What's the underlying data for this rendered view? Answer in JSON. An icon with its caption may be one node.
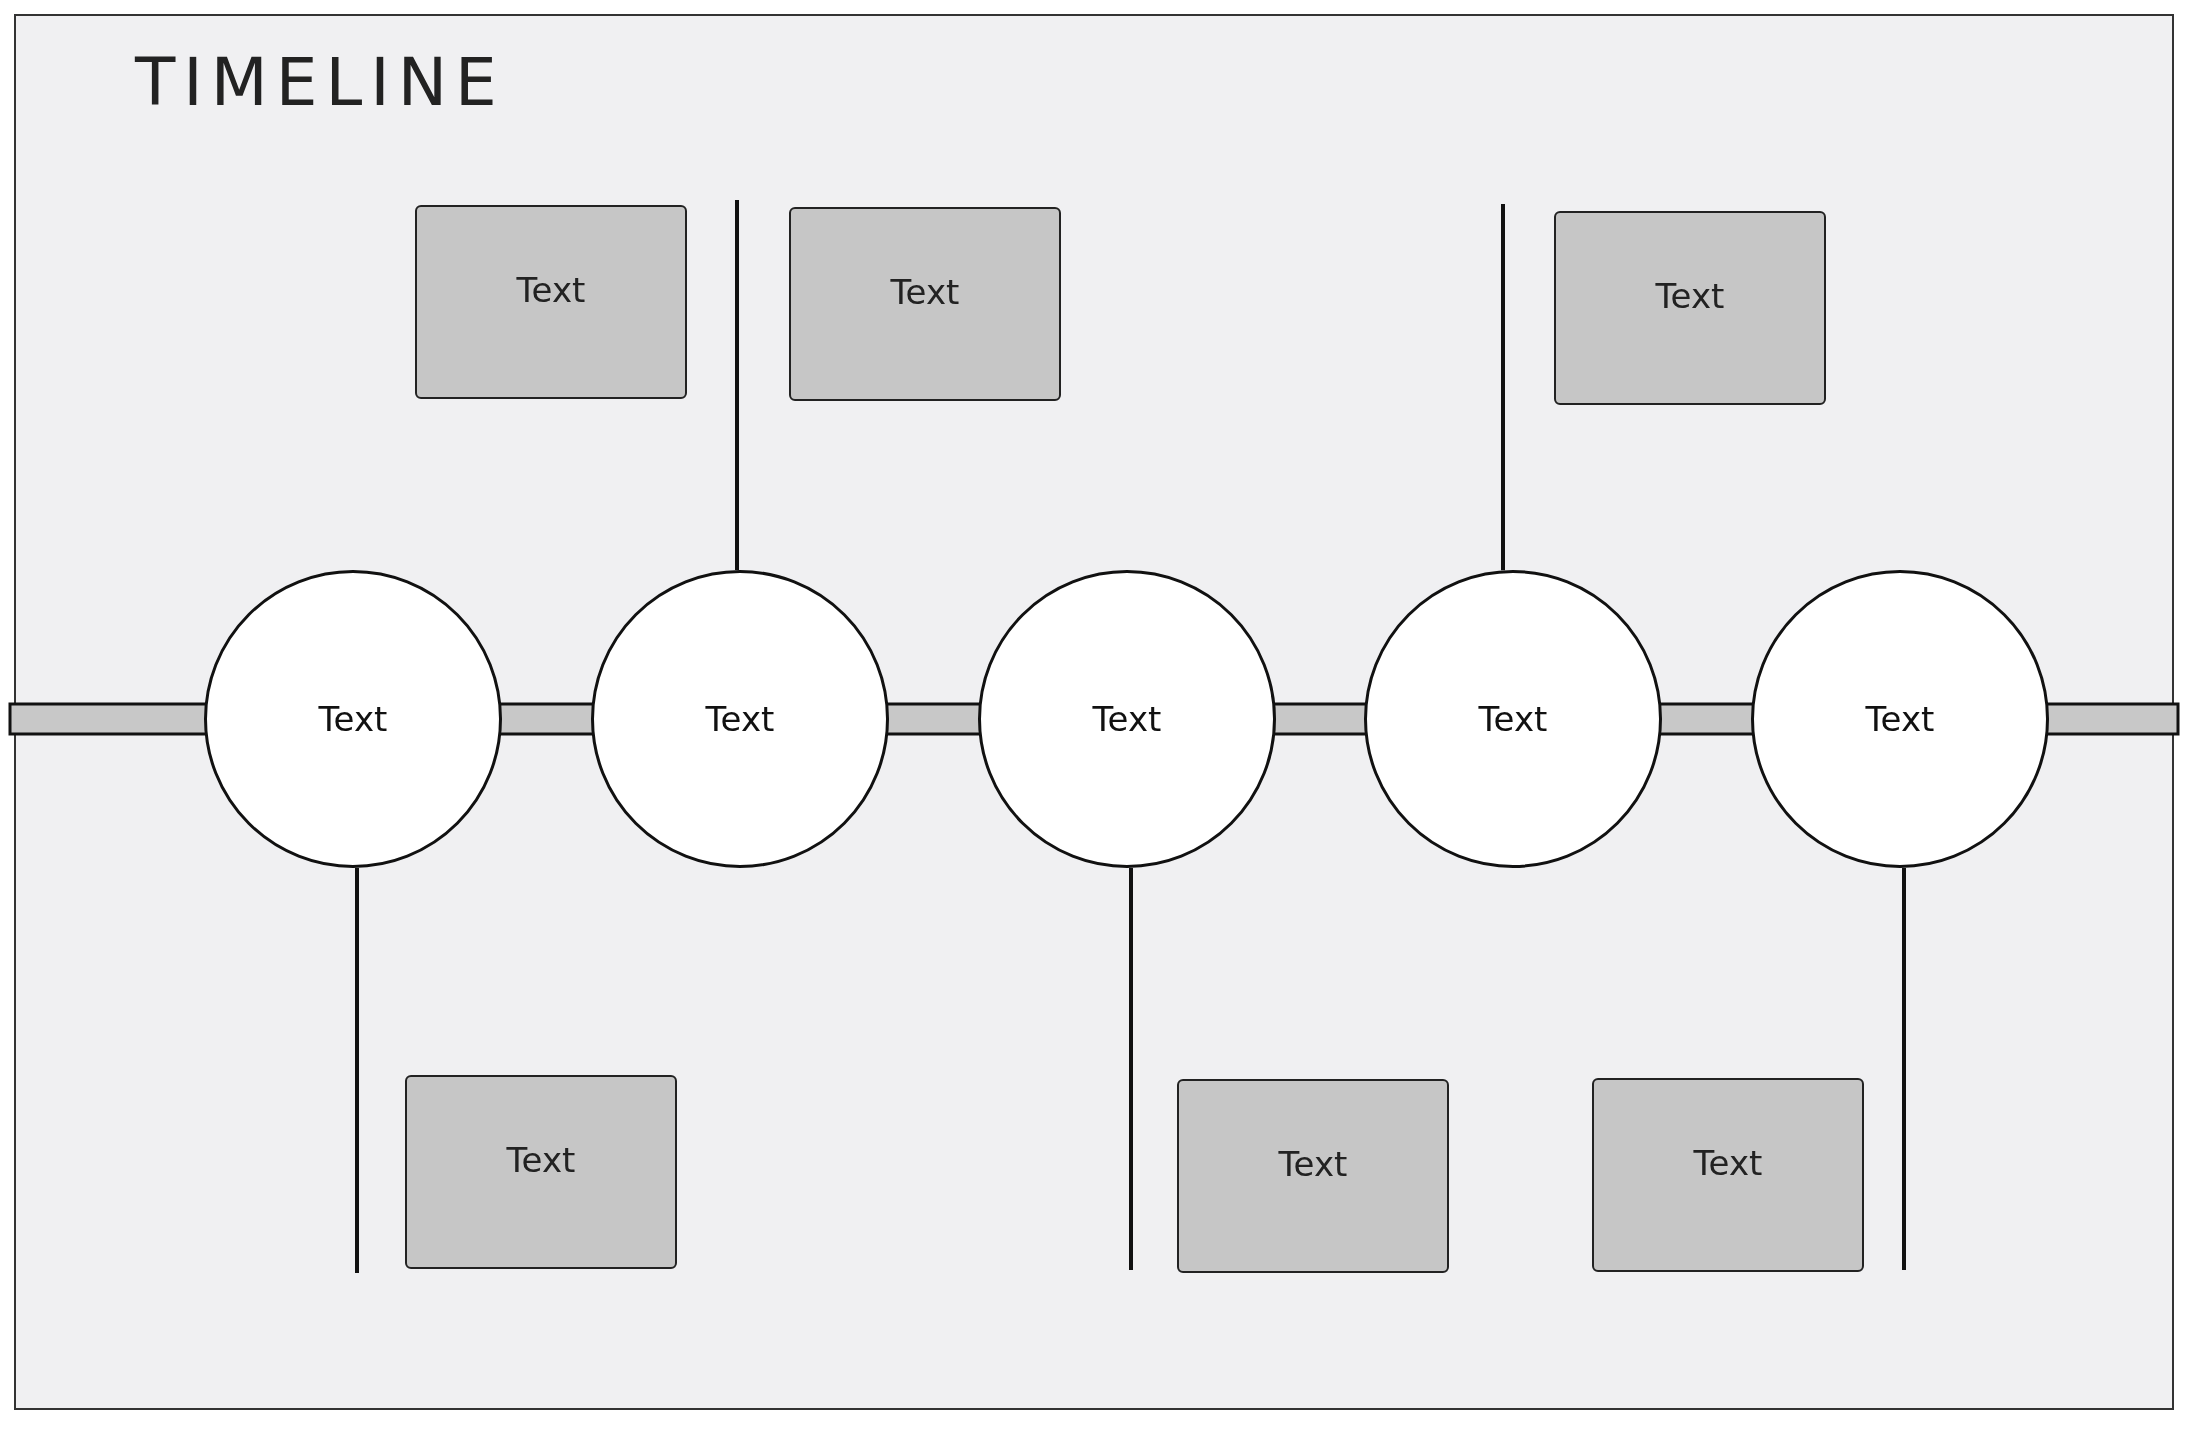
{
  "diagram": {
    "title": "TIMELINE",
    "nodes": [
      {
        "text": [
          "Text"
        ]
      },
      {
        "text": [
          "Text"
        ]
      },
      {
        "text": [
          "Text"
        ]
      },
      {
        "text": [
          "Text"
        ]
      },
      {
        "text": [
          "Text"
        ]
      },
      {
        "text": [
          "Text"
        ]
      },
      {
        "text": [
          "Text"
        ]
      },
      {
        "text": [
          "Text"
        ]
      },
      {
        "text": [
          "Text"
        ]
      },
      {
        "text": [
          "Text"
        ]
      },
      {
        "text": [
          "Text"
        ]
      }
    ],
    "edges": [
      {
        "from": null,
        "to": 3,
        "arrow": "none",
        "style": "thick"
      },
      {
        "from": 3,
        "to": 4,
        "arrow": "none",
        "style": "thick"
      },
      {
        "from": 4,
        "to": 5,
        "arrow": "none",
        "style": "thick"
      },
      {
        "from": 5,
        "to": 6,
        "arrow": "none",
        "style": "thick"
      },
      {
        "from": 6,
        "to": 7,
        "arrow": "none",
        "style": "thick"
      },
      {
        "from": 7,
        "to": null,
        "arrow": "none",
        "style": "thick"
      },
      {
        "from": 3,
        "to": null,
        "arrow": "none"
      },
      {
        "from": 4,
        "to": null,
        "arrow": "none"
      },
      {
        "from": 5,
        "to": null,
        "arrow": "none"
      },
      {
        "from": 6,
        "to": null,
        "arrow": "none"
      },
      {
        "from": 7,
        "to": null,
        "arrow": "none"
      }
    ]
  }
}
